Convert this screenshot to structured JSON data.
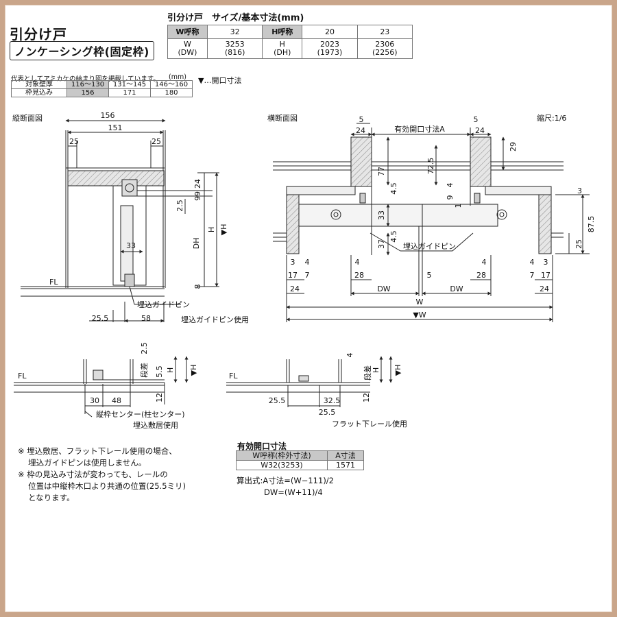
{
  "header": {
    "title": "引分け戸",
    "subtitle": "ノンケーシング枠(固定枠)"
  },
  "size_table": {
    "heading": "引分け戸　サイズ/基本寸法(mm)",
    "w_label": "W呼称",
    "w_value": "32",
    "h_label": "H呼称",
    "h_values": [
      "20",
      "23"
    ],
    "w_dim_label": "W\n(DW)",
    "w_dim_value": "3253\n(816)",
    "h_dim_label": "H\n(DH)",
    "h_dim_values": [
      "2023\n(1973)",
      "2306\n(2256)"
    ]
  },
  "wall_table": {
    "note": "代表としてアミカケの納まり図を掲載しています。",
    "unit": "(mm)",
    "row1_label": "対象壁厚",
    "row1": [
      "116〜130",
      "131〜145",
      "146〜160"
    ],
    "row2_label": "枠見込み",
    "row2": [
      "156",
      "171",
      "180"
    ]
  },
  "legend": {
    "open_dim": "▼…開口寸法"
  },
  "vertical_section": {
    "title": "縦断面図",
    "dims": {
      "d156": "156",
      "d151": "151",
      "d25a": "25",
      "d25b": "25",
      "d24": "24",
      "d99": "99",
      "d25_5": "2.5",
      "d33": "33",
      "dH": "H",
      "dHo": "▼H",
      "dDH": "DH",
      "d8": "8",
      "d25_5b": "25.5",
      "d58": "58"
    },
    "fl": "FL",
    "pin": "埋込ガイドピン",
    "pin_use": "埋込ガイドピン使用"
  },
  "horizontal_section": {
    "title": "横断面図",
    "scale": "縮尺:1/6",
    "dims": {
      "d5a": "5",
      "d5b": "5",
      "d24a": "24",
      "d24b": "24",
      "A": "有効開口寸法A",
      "d29": "29",
      "d77": "77",
      "d72_5": "72.5",
      "d4_5a": "4.5",
      "d4_5b": "4.5",
      "d9": "9",
      "d4": "4",
      "d1": "1",
      "d3r": "3",
      "d87_5": "87.5",
      "d33": "33",
      "d37": "37",
      "d25r": "25",
      "d3l": "3",
      "d4l": "4",
      "d17l": "17",
      "d7l": "7",
      "d24l": "24",
      "d4m1": "4",
      "d28a": "28",
      "d4m2": "4",
      "d28b": "28",
      "d4r2": "4",
      "d3r2": "3",
      "d7r": "7",
      "d17r": "17",
      "d24r": "24",
      "DW1": "DW",
      "DW2": "DW",
      "d5c": "5",
      "W": "W",
      "Wo": "▼W"
    },
    "pin": "埋込ガイドピン"
  },
  "sill_detail": {
    "fl": "FL",
    "dims": {
      "d2_5": "2.5",
      "step": "段差",
      "d5_5": "5.5",
      "H": "H",
      "Ho": "▼H",
      "d12": "12",
      "d30": "30",
      "d48": "48"
    },
    "center": "縦枠センター(柱センター)",
    "use": "埋込敷居使用"
  },
  "flat_detail": {
    "fl": "FL",
    "dims": {
      "d4": "4",
      "step": "段差",
      "H": "H",
      "Ho": "▼H",
      "d12": "12",
      "d25_5a": "25.5",
      "d32_5": "32.5",
      "d25_5b": "25.5"
    },
    "use": "フラット下レール使用"
  },
  "notes": [
    "※ 埋込敷居、フラット下レール使用の場合、",
    "　 埋込ガイドピンは使用しません。",
    "※ 枠の見込み寸法が変わっても、レールの",
    "　 位置は中縦枠木口より共通の位置(25.5ミリ)",
    "　 となります。"
  ],
  "effective_opening": {
    "heading": "有効開口寸法",
    "col1": "W呼称(枠外寸法)",
    "col2": "A寸法",
    "row_w": "W32(3253)",
    "row_a": "1571"
  },
  "formula": {
    "line1": "算出式:A寸法=(W−111)/2",
    "line2": "DW=(W+11)/4"
  }
}
